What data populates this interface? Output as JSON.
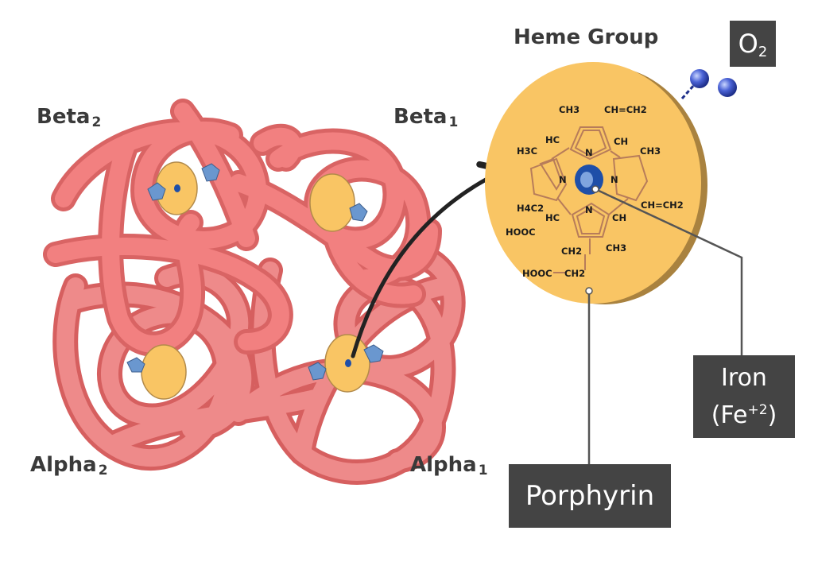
{
  "diagram": {
    "heme_title": "Heme Group",
    "subunits": {
      "beta2": {
        "name": "Beta",
        "number": "2"
      },
      "beta1": {
        "name": "Beta",
        "number": "1"
      },
      "alpha2": {
        "name": "Alpha",
        "number": "2"
      },
      "alpha1": {
        "name": "Alpha",
        "number": "1"
      }
    },
    "tags": {
      "oxygen": {
        "symbol": "O",
        "subscript": "2"
      },
      "iron": {
        "line1": "Iron",
        "line2_prefix": "(Fe",
        "line2_sup": "+2",
        "line2_suffix": ")"
      },
      "porphyrin": "Porphyrin"
    },
    "structure_labels": {
      "ch3_top": "CH3",
      "vinyl_top": "CH=CH2",
      "h3c_left": "H3C",
      "hc_top": "HC",
      "ch_top": "CH",
      "ch3_right": "CH3",
      "n_top": "N",
      "n_left": "N",
      "n_right": "N",
      "n_bottom": "N",
      "vinyl_right": "CH=CH2",
      "h4c2_left": "H4C2",
      "hooc_left": "HOOC",
      "hc_bottom": "HC",
      "ch_bottom": "CH",
      "ch2_low": "CH2",
      "ch3_bottom": "CH3",
      "hooc_bottom": "HOOC",
      "ch2_bottom": "CH2"
    },
    "colors": {
      "protein": "#ee7777",
      "heme_disc": "#f9c564",
      "heme_edge": "#b28a4a",
      "iron": "#1f4fa8",
      "oxygen": "#3a55c8",
      "ring_lines": "#b77c5a"
    }
  }
}
